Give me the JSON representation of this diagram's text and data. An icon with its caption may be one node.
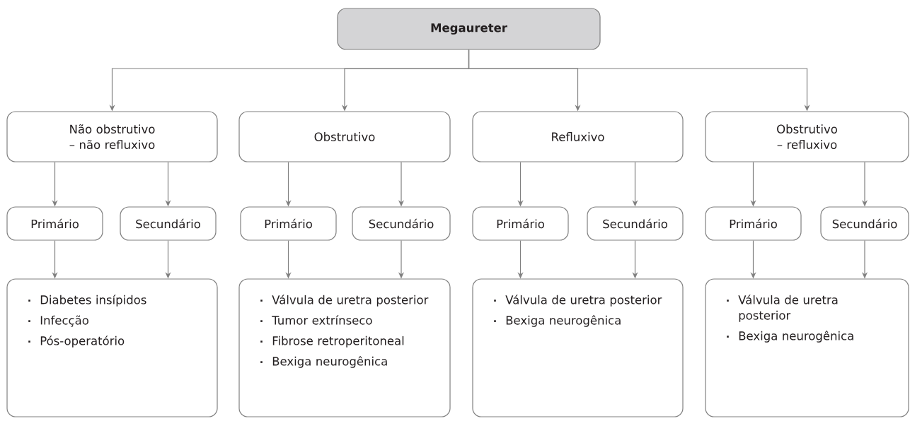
{
  "diagram": {
    "nodes": [
      {
        "text": [
          "Megaureter"
        ]
      },
      {
        "text": [
          "Não obstrutivo – não refluxivo"
        ]
      },
      {
        "text": [
          "Obstrutivo"
        ]
      },
      {
        "text": [
          "Refluxivo"
        ]
      },
      {
        "text": [
          "Obstrutivo – refluxivo"
        ]
      },
      {
        "text": [
          "Primário"
        ]
      },
      {
        "text": [
          "Secundário"
        ]
      },
      {
        "text": [
          "Primário"
        ]
      },
      {
        "text": [
          "Secundário"
        ]
      },
      {
        "text": [
          "Primário"
        ]
      },
      {
        "text": [
          "Secundário"
        ]
      },
      {
        "text": [
          "Primário"
        ]
      },
      {
        "text": [
          "Secundário"
        ]
      },
      {
        "text": [
          "Diabetes insípidos",
          "Infecção",
          "Pós-operatório"
        ]
      },
      {
        "text": [
          "Válvula de uretra posterior",
          "Tumor extrínseco",
          "Fibrose retroperitoneal",
          "Bexiga neurogênica"
        ]
      },
      {
        "text": [
          "Válvula de uretra posterior",
          "Bexiga neurogênica"
        ]
      },
      {
        "text": [
          "Válvula de uretra posterior",
          "Bexiga neurogênica"
        ]
      }
    ],
    "edges": [
      {
        "from": 0,
        "to": 1,
        "arrow": "to"
      },
      {
        "from": 0,
        "to": 2,
        "arrow": "to"
      },
      {
        "from": 0,
        "to": 3,
        "arrow": "to"
      },
      {
        "from": 0,
        "to": 4,
        "arrow": "to"
      },
      {
        "from": 1,
        "to": 5,
        "arrow": "to"
      },
      {
        "from": 1,
        "to": 6,
        "arrow": "to"
      },
      {
        "from": 5,
        "to": 13,
        "arrow": "to"
      },
      {
        "from": 6,
        "to": 13,
        "arrow": "to"
      },
      {
        "from": 2,
        "to": 7,
        "arrow": "to"
      },
      {
        "from": 2,
        "to": 8,
        "arrow": "to"
      },
      {
        "from": 7,
        "to": 14,
        "arrow": "to"
      },
      {
        "from": 8,
        "to": 14,
        "arrow": "to"
      },
      {
        "from": 3,
        "to": 9,
        "arrow": "to"
      },
      {
        "from": 3,
        "to": 10,
        "arrow": "to"
      },
      {
        "from": 9,
        "to": 15,
        "arrow": "to"
      },
      {
        "from": 10,
        "to": 15,
        "arrow": "to"
      },
      {
        "from": 4,
        "to": 11,
        "arrow": "to"
      },
      {
        "from": 4,
        "to": 12,
        "arrow": "to"
      },
      {
        "from": 11,
        "to": 16,
        "arrow": "to"
      },
      {
        "from": 12,
        "to": 16,
        "arrow": "to"
      }
    ]
  }
}
